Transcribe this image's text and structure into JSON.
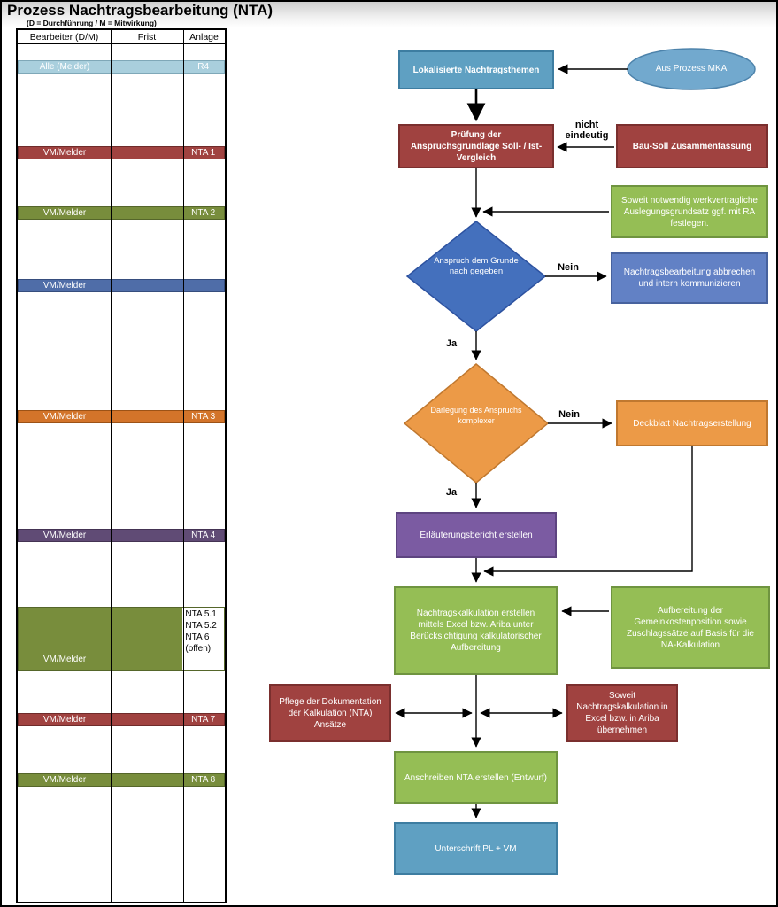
{
  "title": "Prozess Nachtragsbearbeitung (NTA)",
  "subtitle": "(D = Durchführung / M = Mitwirkung)",
  "table": {
    "headers": [
      "Bearbeiter (D/M)",
      "Frist",
      "Anlage"
    ],
    "rows": [
      {
        "bearbeiter": "Alle (Melder)",
        "frist": "",
        "anlage": "R4"
      },
      {
        "bearbeiter": "VM/Melder",
        "frist": "",
        "anlage": "NTA 1"
      },
      {
        "bearbeiter": "VM/Melder",
        "frist": "",
        "anlage": "NTA 2"
      },
      {
        "bearbeiter": "VM/Melder",
        "frist": "",
        "anlage": ""
      },
      {
        "bearbeiter": "VM/Melder",
        "frist": "",
        "anlage": "NTA 3"
      },
      {
        "bearbeiter": "VM/Melder",
        "frist": "",
        "anlage": "NTA 4"
      },
      {
        "bearbeiter": "VM/Melder",
        "frist": "",
        "anlage": "NTA 5.1\nNTA 5.2\nNTA 6\n(offen)"
      },
      {
        "bearbeiter": "VM/Melder",
        "frist": "",
        "anlage": "NTA 7"
      },
      {
        "bearbeiter": "VM/Melder",
        "frist": "",
        "anlage": "NTA 8"
      }
    ]
  },
  "flowchart": {
    "nodes": {
      "start": "Lokalisierte Nachtragsthemen",
      "mka": "Aus Prozess MKA",
      "pruefung": "Prüfung der Anspruchsgrundlage Soll- / Ist-Vergleich",
      "bausoll": "Bau-Soll Zusammenfassung",
      "soweit_ra": "Soweit notwendig werkvertragliche Auslegungsgrundsatz ggf. mit RA festlegen.",
      "anspruch": "Anspruch dem Grunde nach gegeben",
      "abbrechen": "Nachtragsbearbeitung abbrechen und intern kommunizieren",
      "darlegung": "Darlegung des Anspruchs komplexer",
      "deckblatt": "Deckblatt Nachtragserstellung",
      "erlaeuterung": "Erläuterungsbericht erstellen",
      "kalkulation": "Nachtragskalkulation erstellen mittels Excel bzw. Ariba unter Berücksichtigung kalkulatorischer Aufbereitung",
      "aufbereitung": "Aufbereitung der Gemeinkostenposition sowie Zuschlagssätze auf Basis für die NA-Kalkulation",
      "pflege": "Pflege der Dokumentation der Kalkulation (NTA) Ansätze",
      "soweit_excel": "Soweit Nachtragskalkulation in Excel bzw. in Ariba übernehmen",
      "anschreiben": "Anschreiben NTA erstellen (Entwurf)",
      "unterschrift": "Unterschrift PL + VM"
    },
    "labels": {
      "nicht_eindeutig": "nicht eindeutig",
      "nein1": "Nein",
      "ja1": "Ja",
      "nein2": "Nein",
      "ja2": "Ja"
    }
  },
  "colors": {
    "band_lightblue": "#a9cfdd",
    "band_red": "#a04240",
    "band_olive": "#788d3c",
    "band_blue": "#4f6da8",
    "band_orange": "#d3742a",
    "band_purple": "#604b75",
    "node_blue": "#5fa0c2",
    "node_red": "#a04240",
    "node_green": "#95be55",
    "node_diamond_blue": "#4470bd",
    "node_orange": "#ec9a47",
    "node_purple": "#7b5ba2",
    "node_flowblue": "#6281c5",
    "ellipse_blue": "#72a9ce"
  }
}
